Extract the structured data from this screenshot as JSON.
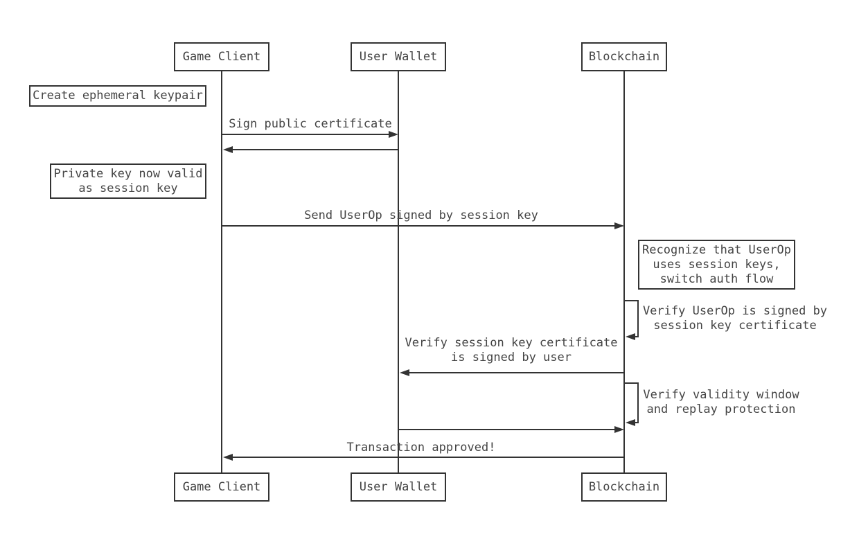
{
  "diagram": {
    "type": "sequence-diagram",
    "actors": [
      {
        "id": "game-client",
        "label": "Game Client"
      },
      {
        "id": "user-wallet",
        "label": "User Wallet"
      },
      {
        "id": "blockchain",
        "label": "Blockchain"
      }
    ],
    "notes": [
      {
        "id": "create-keypair",
        "side": "left-of-game-client",
        "text": "Create ephemeral keypair"
      },
      {
        "id": "private-key-valid",
        "side": "left-of-game-client",
        "text": "Private key now valid\nas session key"
      },
      {
        "id": "recognize-userop",
        "side": "right-of-blockchain",
        "text": "Recognize that UserOp\nuses session keys,\nswitch auth flow"
      }
    ],
    "messages": [
      {
        "id": "sign-public-certificate",
        "from": "Game Client",
        "to": "User Wallet",
        "label": "Sign public certificate"
      },
      {
        "id": "sign-certificate-return",
        "from": "User Wallet",
        "to": "Game Client",
        "label": ""
      },
      {
        "id": "send-userop",
        "from": "Game Client",
        "to": "Blockchain",
        "label": "Send UserOp signed by session key"
      },
      {
        "id": "verify-session-key-certificate",
        "from": "Blockchain",
        "to": "User Wallet",
        "label": "Verify session key certificate\nis signed by user"
      },
      {
        "id": "verify-certificate-return",
        "from": "User Wallet",
        "to": "Blockchain",
        "label": ""
      },
      {
        "id": "transaction-approved",
        "from": "Blockchain",
        "to": "Game Client",
        "label": "Transaction approved!"
      }
    ],
    "self_calls": [
      {
        "id": "verify-userop-signature",
        "actor": "Blockchain",
        "label": "Verify UserOp is signed by\nsession key certificate"
      },
      {
        "id": "verify-validity-window",
        "actor": "Blockchain",
        "label": "Verify validity window\nand replay protection"
      }
    ],
    "colors": {
      "line": "#333333",
      "text": "#444444",
      "background": "#ffffff"
    }
  }
}
